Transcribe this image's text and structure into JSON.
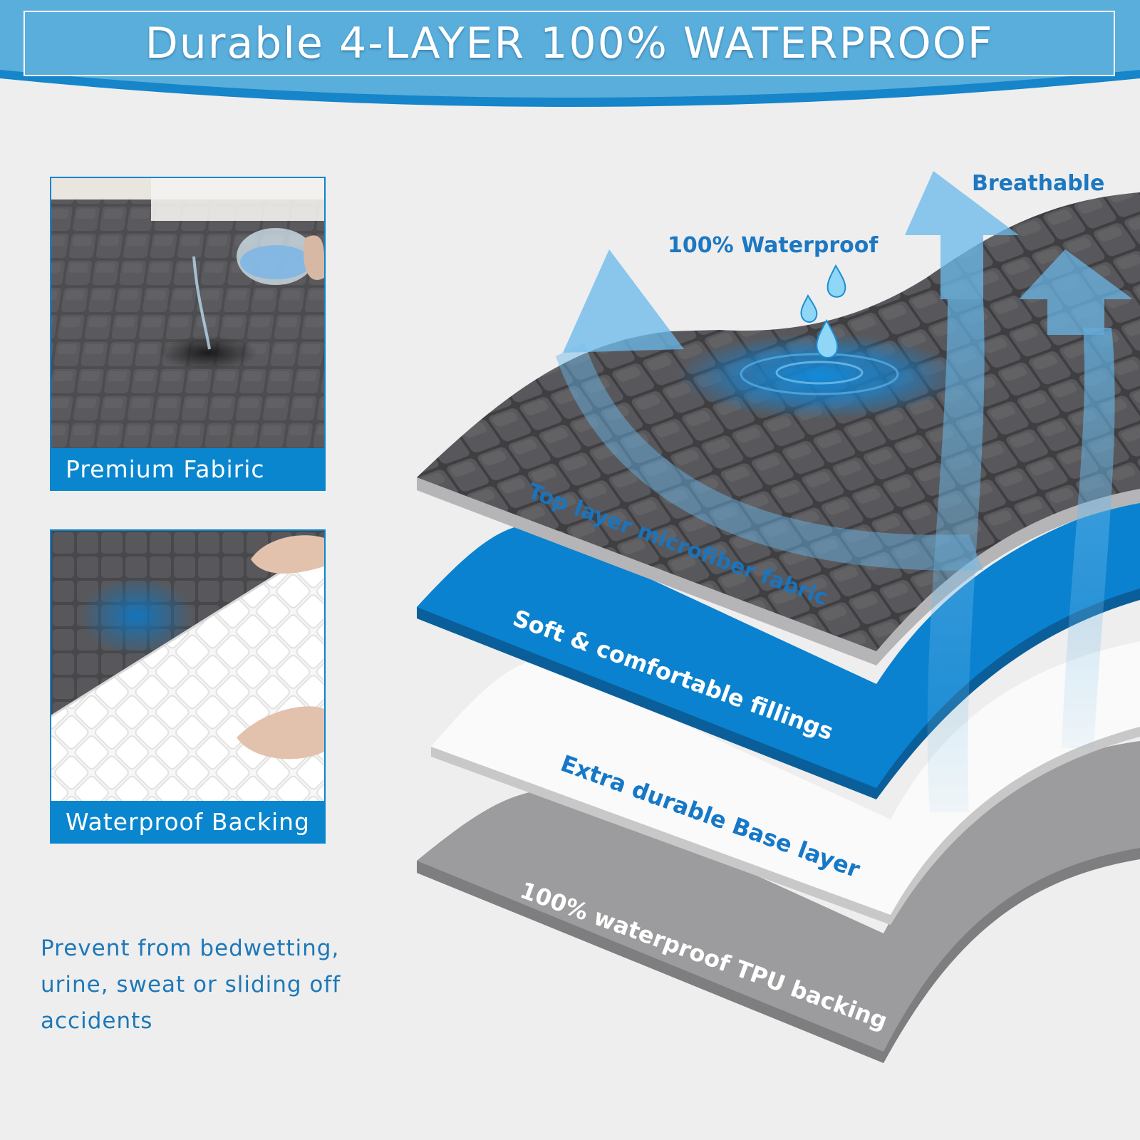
{
  "banner": {
    "title": "Durable 4-LAYER 100% WATERPROOF"
  },
  "panels": [
    {
      "caption": "Premium Fabiric"
    },
    {
      "caption": "Waterproof Backing"
    }
  ],
  "benefit": {
    "lines": [
      "Prevent from bedwetting,",
      "urine, sweat or sliding off",
      "accidents"
    ]
  },
  "diagram": {
    "breathable_label": "Breathable",
    "waterproof_label": "100% Waterproof",
    "layers": [
      {
        "label": "Top layer microfiber fabric"
      },
      {
        "label": "Soft & comfortable fillings"
      },
      {
        "label": "Extra durable Base layer"
      },
      {
        "label": "100% waterproof TPU backing"
      }
    ]
  },
  "colors": {
    "accent_blue": "#0a86cf",
    "banner_blue": "#5aaedb",
    "fabric_gray": "#4a4a4c",
    "text_blue": "#1d78c1"
  },
  "icons": [
    "water-drop-icon",
    "breathable-arrow-icon"
  ]
}
